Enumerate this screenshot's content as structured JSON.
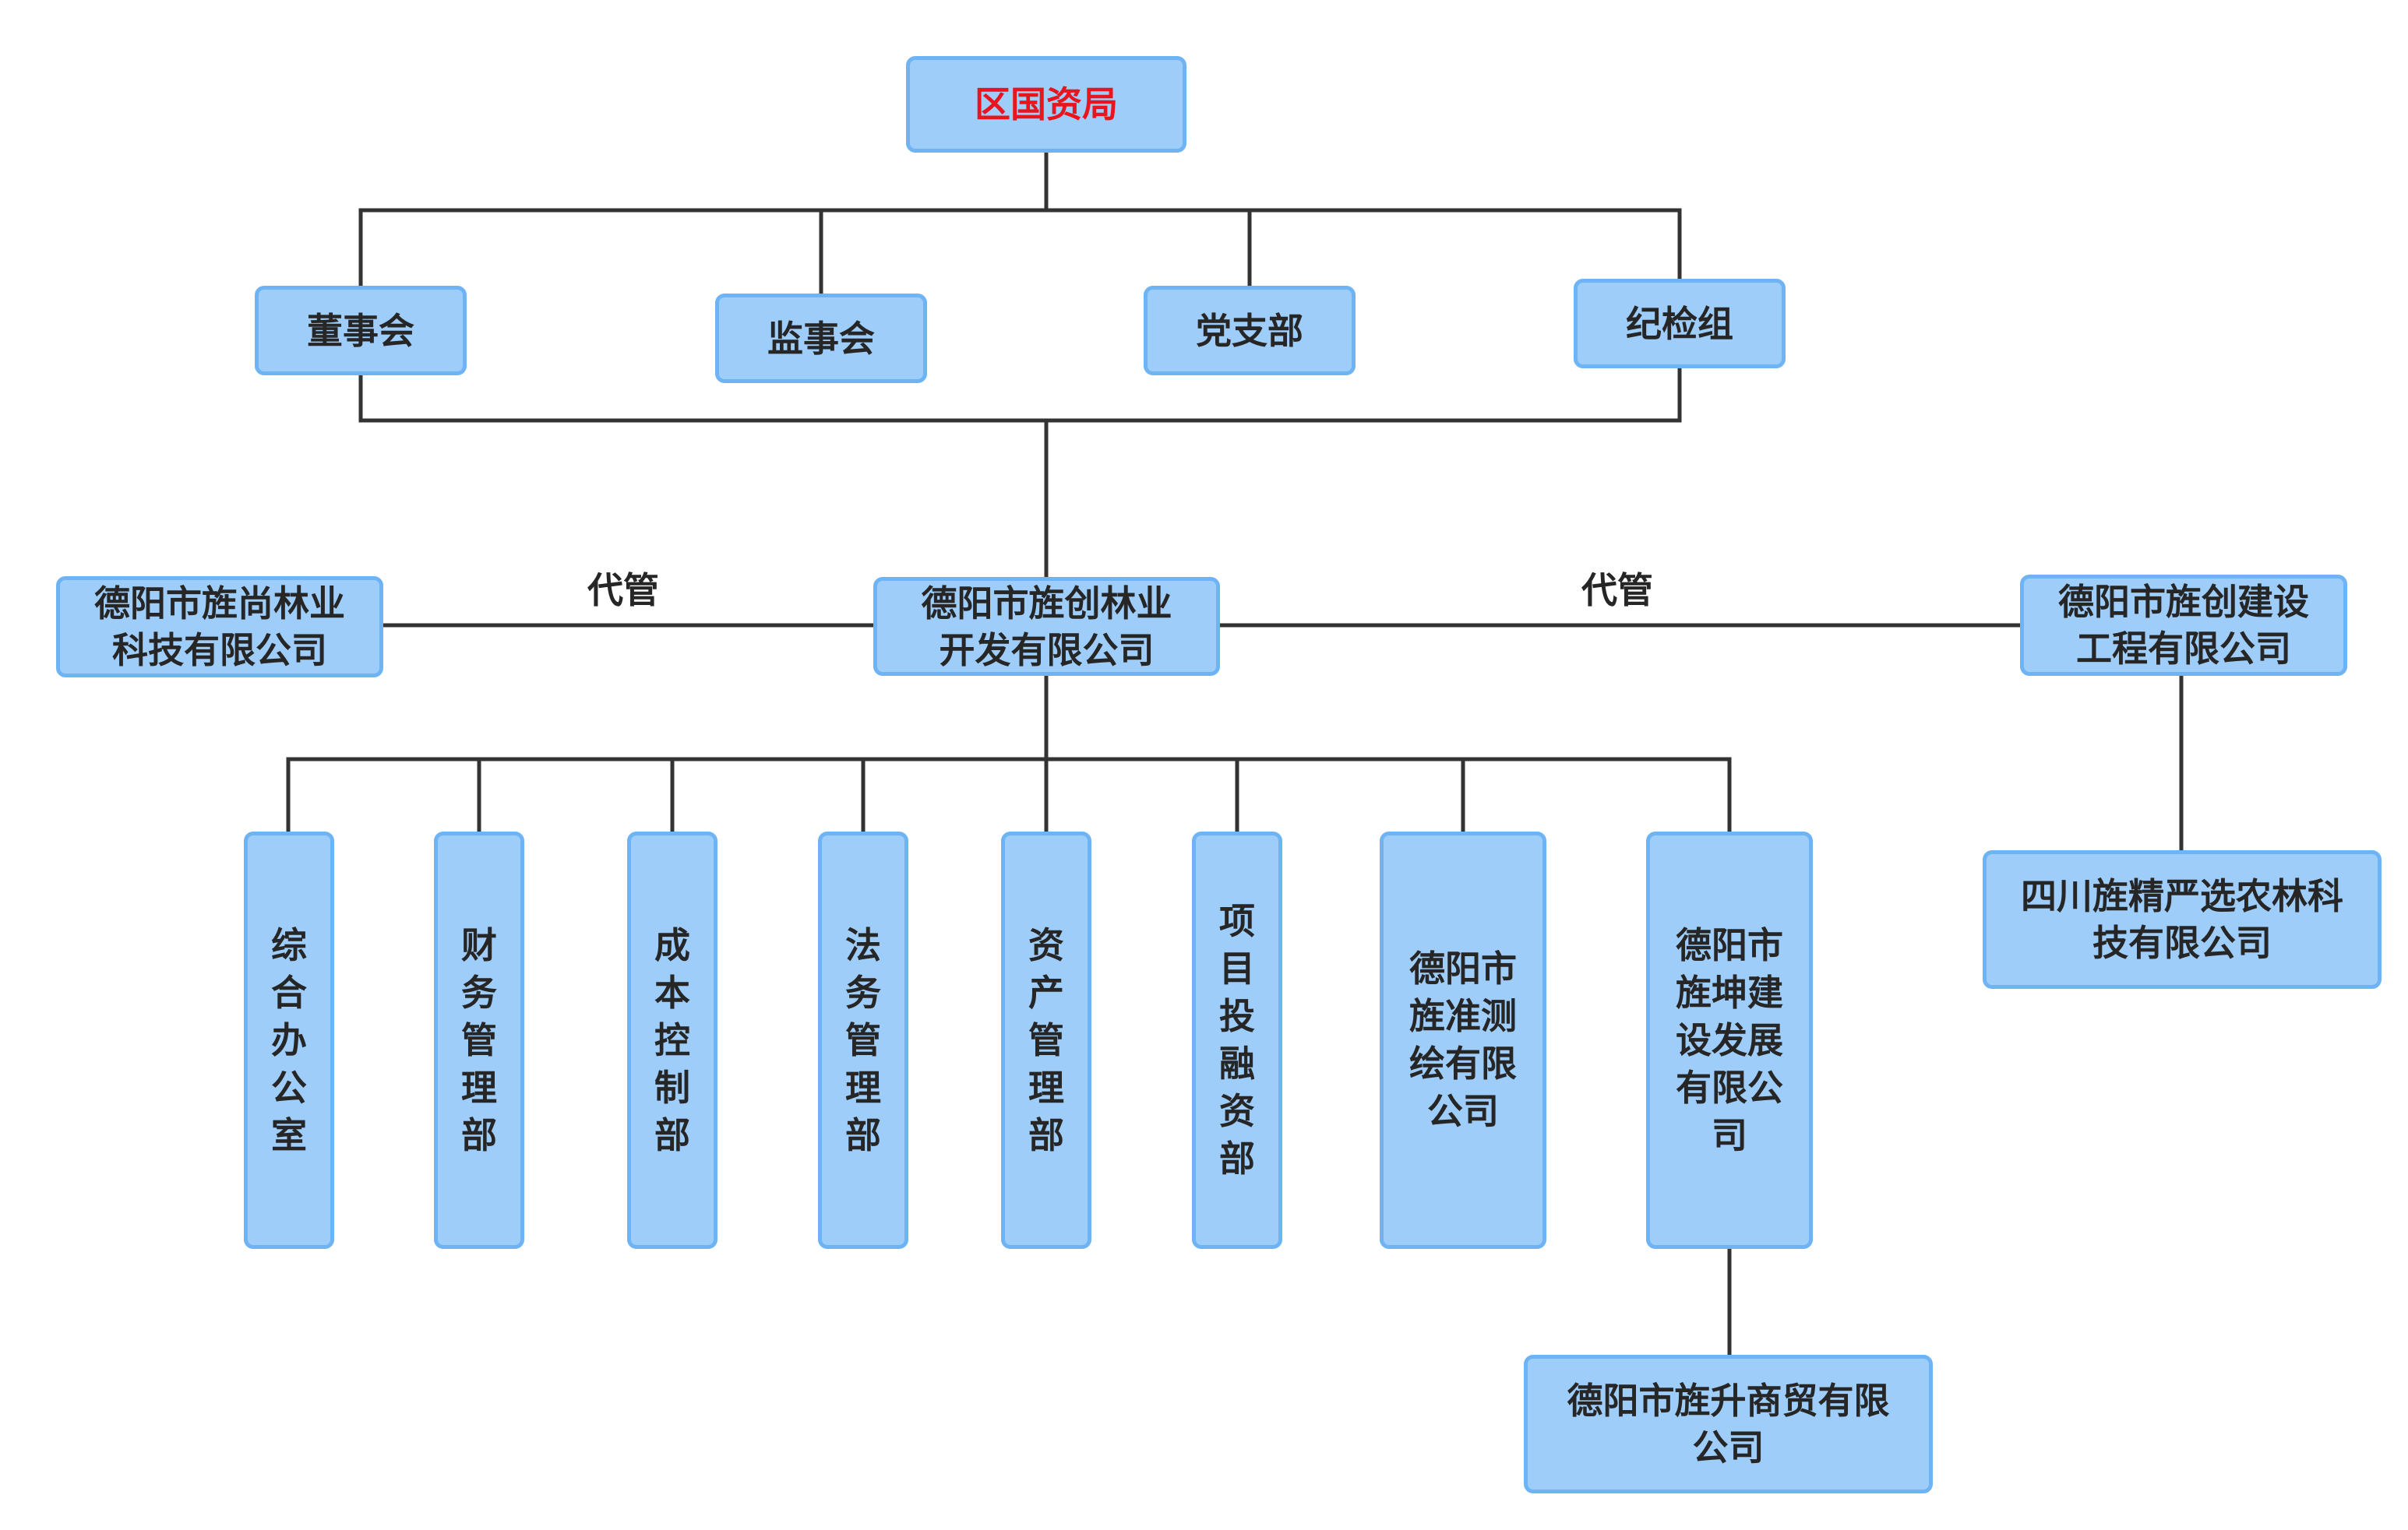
{
  "root": {
    "label": "区国资局"
  },
  "governance": [
    {
      "label": "董事会"
    },
    {
      "label": "监事会"
    },
    {
      "label": "党支部"
    },
    {
      "label": "纪检组"
    }
  ],
  "main_company": {
    "label": "德阳市旌创林业\n开发有限公司"
  },
  "left_company": {
    "label": "德阳市旌尚林业\n科技有限公司"
  },
  "right_company": {
    "label": "德阳市旌创建设\n工程有限公司"
  },
  "right_subsidiary": {
    "label": "四川旌精严选农林科\n技有限公司"
  },
  "edge_labels": {
    "left": "代管",
    "right": "代管"
  },
  "departments": [
    {
      "label": "综\n合\n办\n公\n室"
    },
    {
      "label": "财\n务\n管\n理\n部"
    },
    {
      "label": "成\n本\n控\n制\n部"
    },
    {
      "label": "法\n务\n管\n理\n部"
    },
    {
      "label": "资\n产\n管\n理\n部"
    },
    {
      "label": "项\n目\n投\n融\n资\n部"
    },
    {
      "label": "德阳市\n旌准测\n绘有限\n公司"
    },
    {
      "label": "德阳市\n旌坤建\n设发展\n有限公\n司"
    }
  ],
  "bottom_subsidiary": {
    "label": "德阳市旌升商贸有限\n公司"
  },
  "colors": {
    "node_fill": "#9fcdf9",
    "node_border": "#6eb3f3",
    "text": "#262626",
    "root_text": "#e8141e",
    "line": "#333333"
  }
}
